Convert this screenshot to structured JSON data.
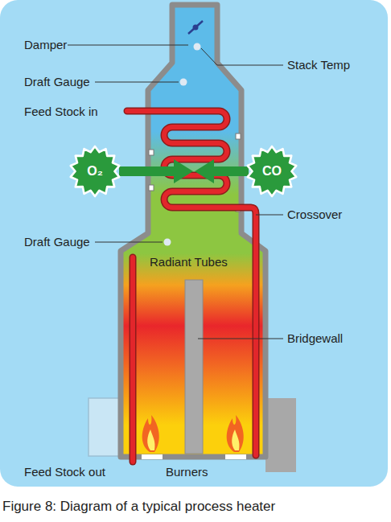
{
  "diagram": {
    "caption": "Figure 8: Diagram of a typical process heater",
    "nodes": [
      {
        "text": [
          "O₂"
        ]
      },
      {
        "text": [
          "CO"
        ]
      }
    ],
    "labels": [
      "Damper",
      "Stack Temp",
      "Draft Gauge",
      "Feed Stock in",
      "Crossover",
      "Draft Gauge",
      "Radiant Tubes",
      "Bridgewall",
      "Feed Stock out",
      "Burners"
    ]
  }
}
